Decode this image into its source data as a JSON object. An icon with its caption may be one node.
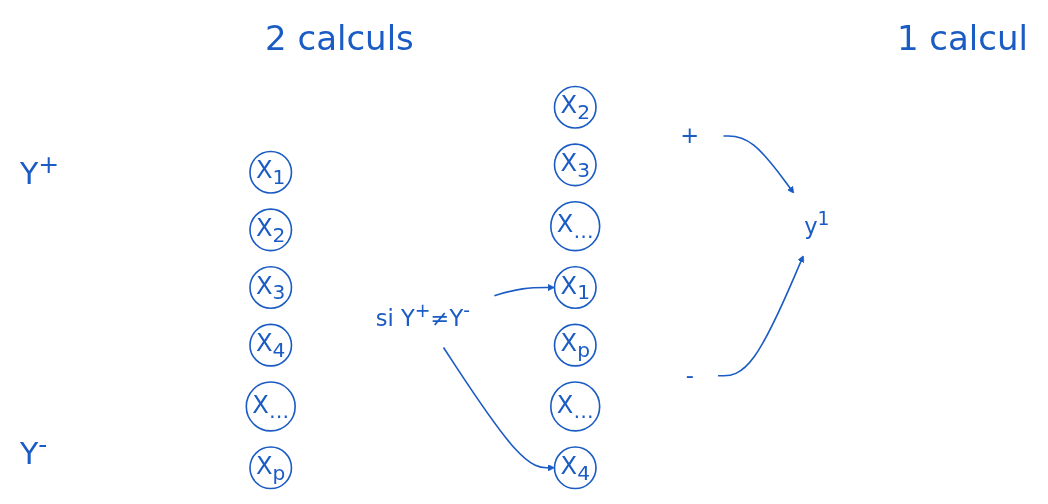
{
  "diagram": {
    "nodes": [
      {
        "text": [
          "X$_{1}$"
        ]
      },
      {
        "text": [
          "X$_{2}$"
        ]
      },
      {
        "text": [
          "X$_{3}$"
        ]
      },
      {
        "text": [
          "X$_{4}$"
        ]
      },
      {
        "text": [
          "X$_{…}$"
        ]
      },
      {
        "text": [
          "X$_{p}$"
        ]
      },
      {
        "text": [
          "si Y$^{+}$≠Y$^{-}$"
        ]
      },
      {
        "text": [
          "X$_{1}$"
        ]
      },
      {
        "text": [
          "X$_{2}$"
        ]
      },
      {
        "text": [
          "X$_{3}$"
        ]
      },
      {
        "text": [
          "X$_{…}$"
        ]
      },
      {
        "text": [
          "X$_{4}$"
        ]
      },
      {
        "text": [
          "X$_{p}$"
        ]
      },
      {
        "text": [
          "X$_{…}$"
        ]
      },
      {
        "text": [
          "+"
        ]
      },
      {
        "text": [
          "-"
        ]
      },
      {
        "text": [
          "y$^{1}$"
        ]
      }
    ],
    "edges": [
      {
        "from": 6,
        "to": 7,
        "arrow": "to"
      },
      {
        "from": 6,
        "to": 11,
        "arrow": "to"
      },
      {
        "from": 14,
        "to": 16,
        "arrow": "to"
      },
      {
        "from": 15,
        "to": 16,
        "arrow": "to"
      }
    ],
    "labels": [
      "2 calculs",
      "1 calcul",
      "Y$^{+}$",
      "Y$^{-}$"
    ]
  }
}
